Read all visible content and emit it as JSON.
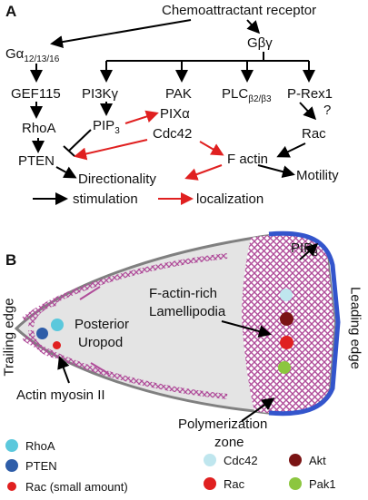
{
  "panel_a": {
    "label": "A",
    "receptor": "Chemoattractant receptor",
    "galpha": {
      "main": "Gα",
      "sub": "12/13/16"
    },
    "gbg": "Gβγ",
    "gef115": "GEF115",
    "pi3k": "PI3Kγ",
    "pak": "PAK",
    "plc": {
      "main": "PLC",
      "sub": "β2/β3"
    },
    "prex1": "P-Rex1",
    "rhoa": "RhoA",
    "pip3": {
      "main": "PIP",
      "sub": "3"
    },
    "pixa": "PIXα",
    "question": "?",
    "cdc42": "Cdc42",
    "rac": "Rac",
    "pten": "PTEN",
    "factin": "F actin",
    "directionality": "Directionality",
    "motility": "Motility",
    "legend_stimulation": "stimulation",
    "legend_localization": "localization",
    "colors": {
      "stimulation": "#000000",
      "localization": "#e02020"
    }
  },
  "panel_b": {
    "label": "B",
    "pip3": {
      "main": "PIP",
      "sub": "3"
    },
    "trailing_edge": "Trailing edge",
    "leading_edge": "Leading edge",
    "posterior": "Posterior",
    "uropod": "Uropod",
    "factin_rich": "F-actin-rich",
    "lamellipodia": "Lamellipodia",
    "actin_myosin": "Actin myosin II",
    "polymerization": "Polymerization",
    "zone": "zone",
    "colors": {
      "cell_fill": "#e4e4e4",
      "cell_outline": "#808080",
      "leading_membrane": "#3355cc",
      "mesh": "#b04d9a"
    }
  },
  "legend": {
    "rhoa": {
      "label": "RhoA",
      "color": "#5bc8dc"
    },
    "pten": {
      "label": "PTEN",
      "color": "#2e5da8"
    },
    "rac_small": {
      "label": "Rac (small amount)",
      "color": "#e02020"
    },
    "cdc42": {
      "label": "Cdc42",
      "color": "#bfe6ee"
    },
    "akt": {
      "label": "Akt",
      "color": "#7a1414"
    },
    "rac": {
      "label": "Rac",
      "color": "#e02020"
    },
    "pak1": {
      "label": "Pak1",
      "color": "#8cc63f"
    }
  }
}
